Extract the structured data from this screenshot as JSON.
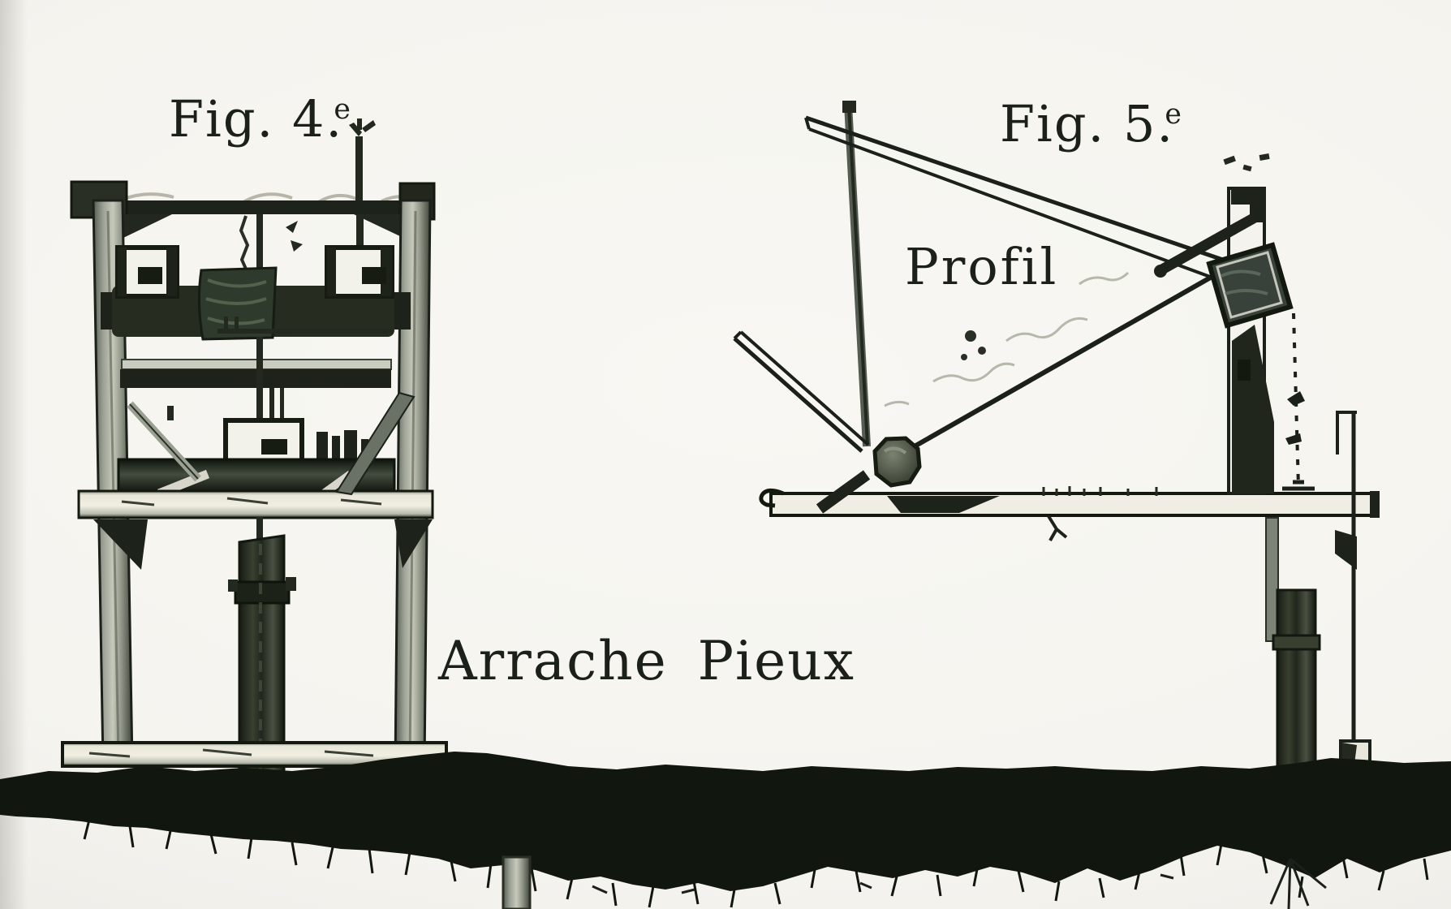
{
  "plate": {
    "fig4": {
      "label": "Fig. 4.",
      "superscript": "e"
    },
    "fig5": {
      "label": "Fig. 5.",
      "superscript": "e"
    },
    "profile_label": "Profil",
    "caption": "Arrache Pieux"
  },
  "colors": {
    "paper": "#f6f4ef",
    "ink": "#1b201a",
    "wood_light": "#a9ae9f",
    "ground": "#11160f"
  }
}
